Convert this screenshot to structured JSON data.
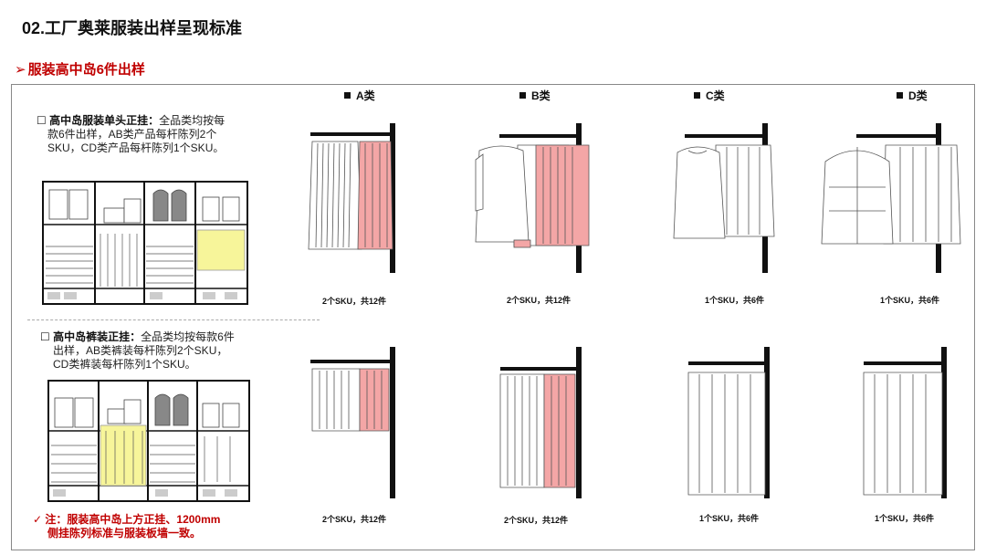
{
  "header": {
    "title": "02.工厂奥莱服装出样呈现标准",
    "subtitle_arrow": "➢",
    "subtitle": "服装高中岛6件出样"
  },
  "section1": {
    "bullet": "☐",
    "heading": "高中岛服装单头正挂：",
    "text_line1": "全品类均按每",
    "text_line2": "款6件出样，AB类产品每杆陈列2个",
    "text_line3": "SKU，CD类产品每杆陈列1个SKU。"
  },
  "section2": {
    "bullet": "☐",
    "heading": "高中岛裤装正挂：",
    "text_line1": "全品类均按每款6件",
    "text_line2": "出样，AB类裤装每杆陈列2个SKU，",
    "text_line3": "CD类裤装每杆陈列1个SKU。"
  },
  "note": {
    "check": "✓",
    "line1": "注：服装高中岛上方正挂、1200mm",
    "line2": "侧挂陈列标准与服装板墙一致。"
  },
  "categories": [
    "A类",
    "B类",
    "C类",
    "D类"
  ],
  "tops_captions": [
    "2个SKU，共12件",
    "2个SKU，共12件",
    "1个SKU，共6件",
    "1个SKU，共6件"
  ],
  "pants_captions": [
    "2个SKU，共12件",
    "2个SKU，共12件",
    "1个SKU，共6件",
    "1个SKU，共6件"
  ],
  "colors": {
    "accent_red": "#c00000",
    "sku_pink": "#f4a6a6",
    "highlight_yellow": "#f7f59a",
    "rack_black": "#111111"
  }
}
